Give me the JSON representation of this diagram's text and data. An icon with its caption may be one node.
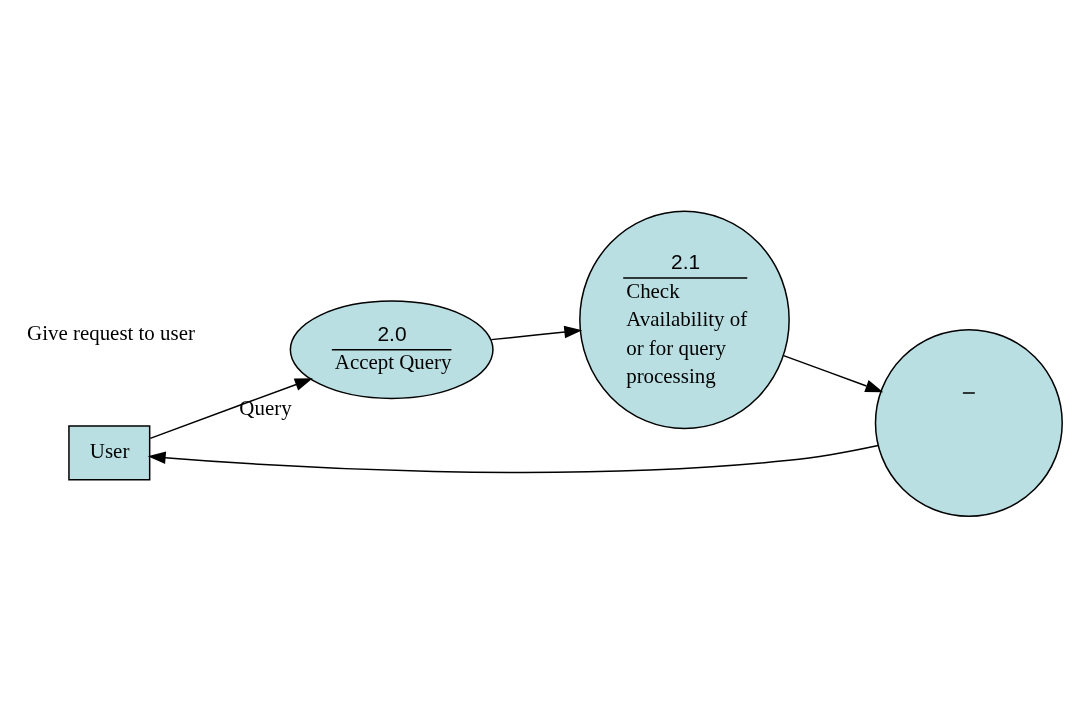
{
  "diagram": {
    "nodes": [
      {
        "text": [
          "User"
        ]
      },
      {
        "text": [
          "2.0",
          "Accept Query"
        ],
        "beside": [
          "Query"
        ]
      },
      {
        "text": [
          "2.1",
          "Check Availability of or for query processing"
        ]
      },
      {
        "text": [],
        "shape": "circle"
      }
    ],
    "edges": [
      {
        "from": 0,
        "to": 1,
        "arrow": "to"
      },
      {
        "from": 1,
        "to": 2,
        "arrow": "to"
      },
      {
        "from": 2,
        "to": 3,
        "arrow": "to"
      },
      {
        "from": 3,
        "to": 0,
        "arrow": "to"
      }
    ],
    "labels": [
      "Give request to user"
    ]
  }
}
